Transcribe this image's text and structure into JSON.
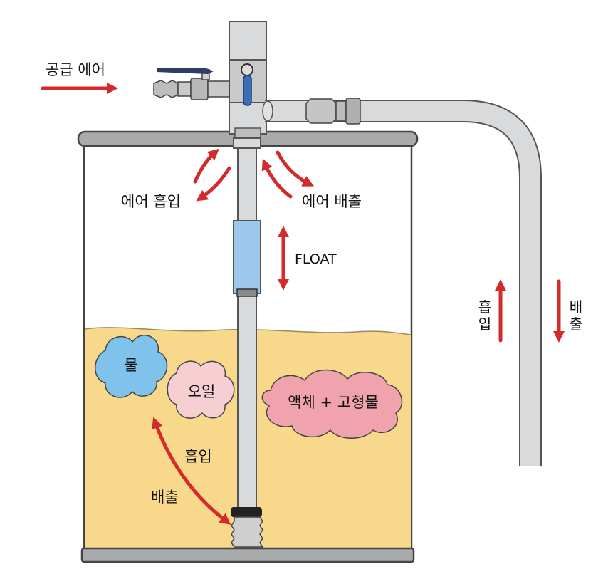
{
  "colors": {
    "liquid": "#f8d98c",
    "tank_fill": "#ffffff",
    "tank_stroke": "#444444",
    "pipe": "#d9dadc",
    "pipe_stroke": "#555555",
    "rim": "#a9aaac",
    "float": "#9dc8ee",
    "arrow": "#d42a2a",
    "water_blob": "#7fc3ec",
    "oil_blob": "#f7cfd3",
    "solid_blob": "#f0a3ac",
    "valve_handle": "#2f3c66"
  },
  "labels": {
    "supply_air": "공급 에어",
    "air_intake": "에어 흡입",
    "air_exhaust": "에어 배출",
    "float": "FLOAT",
    "water": "물",
    "oil": "오일",
    "liquid_solids": "액체 + 고형물",
    "suction": "흡입",
    "discharge": "배출",
    "pipe_suction_1": "흡",
    "pipe_suction_2": "입",
    "pipe_discharge_1": "배",
    "pipe_discharge_2": "출"
  }
}
